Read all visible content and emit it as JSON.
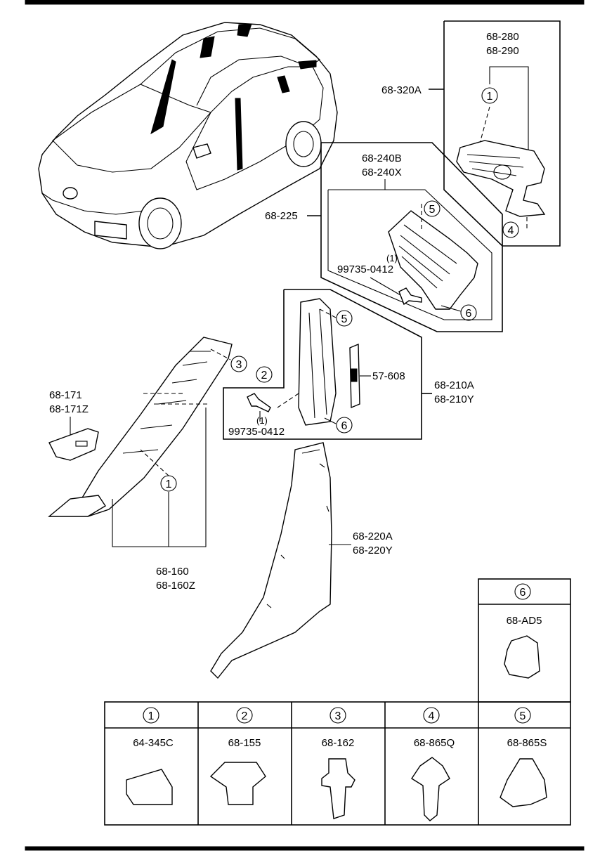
{
  "part_labels": {
    "l_68_280": "68-280",
    "l_68_290": "68-290",
    "l_68_320A": "68-320A",
    "l_68_240B": "68-240B",
    "l_68_240X": "68-240X",
    "l_68_225": "68-225",
    "l_99735_upper": "99735-0412",
    "l_qty_upper": "(1)",
    "l_68_210A": "68-210A",
    "l_68_210Y": "68-210Y",
    "l_57_608": "57-608",
    "l_99735_lower": "99735-0412",
    "l_qty_lower": "(1)",
    "l_68_171": "68-171",
    "l_68_171Z": "68-171Z",
    "l_68_160": "68-160",
    "l_68_160Z": "68-160Z",
    "l_68_220A": "68-220A",
    "l_68_220Y": "68-220Y"
  },
  "callouts": {
    "c1_top": "1",
    "c4_top": "4",
    "c5_upper": "5",
    "c6_upper": "6",
    "c5_mid": "5",
    "c6_mid": "6",
    "c3": "3",
    "c2": "2",
    "c1_left": "1"
  },
  "legend": {
    "items": [
      {
        "num": "1",
        "part": "64-345C"
      },
      {
        "num": "2",
        "part": "68-155"
      },
      {
        "num": "3",
        "part": "68-162"
      },
      {
        "num": "4",
        "part": "68-865Q"
      },
      {
        "num": "5",
        "part": "68-865S"
      }
    ],
    "extra": {
      "num": "6",
      "part": "68-AD5"
    }
  }
}
